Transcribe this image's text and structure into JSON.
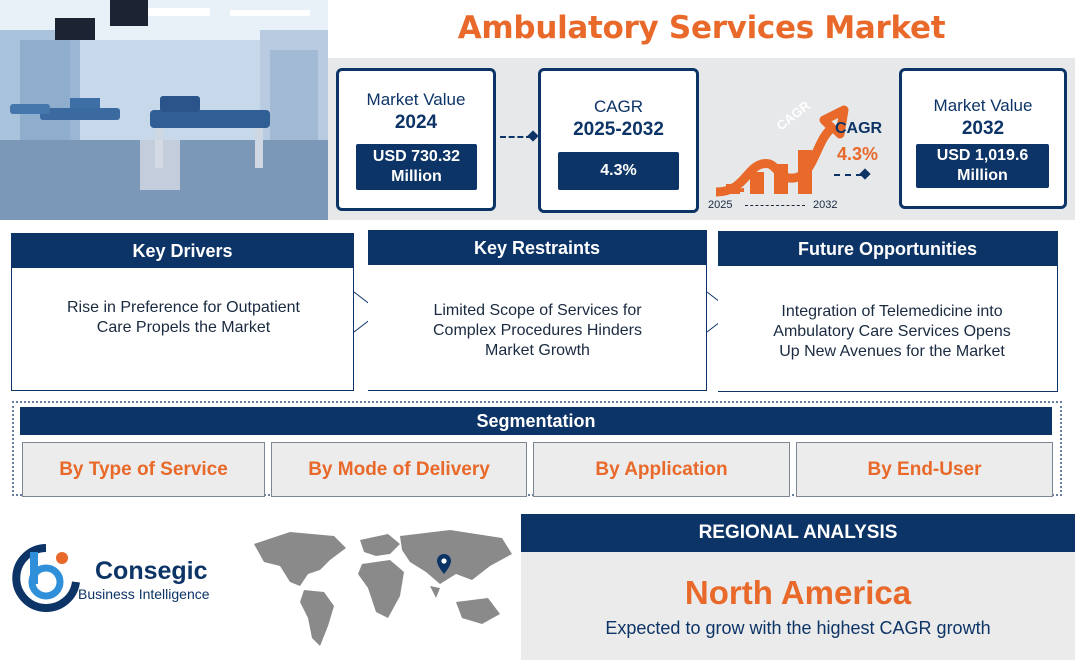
{
  "title": "Ambulatory Services Market",
  "stats": {
    "base": {
      "label": "Market Value",
      "year": "2024",
      "value_line1": "USD 730.32",
      "value_line2": "Million"
    },
    "cagr": {
      "label": "CAGR",
      "years": "2025-2032",
      "value": "4.3%"
    },
    "chart": {
      "arrow_label": "CAGR",
      "cagr_label": "CAGR",
      "cagr_value": "4.3%",
      "start_year": "2025",
      "end_year": "2032"
    },
    "forecast": {
      "label": "Market Value",
      "year": "2032",
      "value_line1": "USD 1,019.6",
      "value_line2": "Million"
    }
  },
  "panels": {
    "drivers": {
      "heading": "Key Drivers",
      "lines": [
        "Rise in Preference for Outpatient",
        "Care Propels the Market"
      ]
    },
    "restraints": {
      "heading": "Key Restraints",
      "lines": [
        "Limited Scope of Services for",
        "Complex Procedures Hinders",
        "Market Growth"
      ]
    },
    "opportunities": {
      "heading": "Future Opportunities",
      "lines": [
        "Integration of Telemedicine into",
        "Ambulatory Care Services Opens",
        "Up New Avenues for the Market"
      ]
    }
  },
  "segmentation": {
    "heading": "Segmentation",
    "items": [
      "By Type of Service",
      "By Mode of Delivery",
      "By Application",
      "By End-User"
    ]
  },
  "brand": {
    "name": "Consegic",
    "tagline": "Business Intelligence"
  },
  "regional": {
    "heading": "REGIONAL ANALYSIS",
    "region": "North America",
    "note": "Expected to grow with the highest CAGR growth"
  },
  "colors": {
    "navy": "#0d3466",
    "orange": "#e8692a",
    "panel_grey": "#e6e8ea"
  },
  "icons": [
    "hospital-ward-photo",
    "growth-arrow-icon",
    "map-pin-icon",
    "world-map-icon",
    "brand-logo-icon"
  ]
}
